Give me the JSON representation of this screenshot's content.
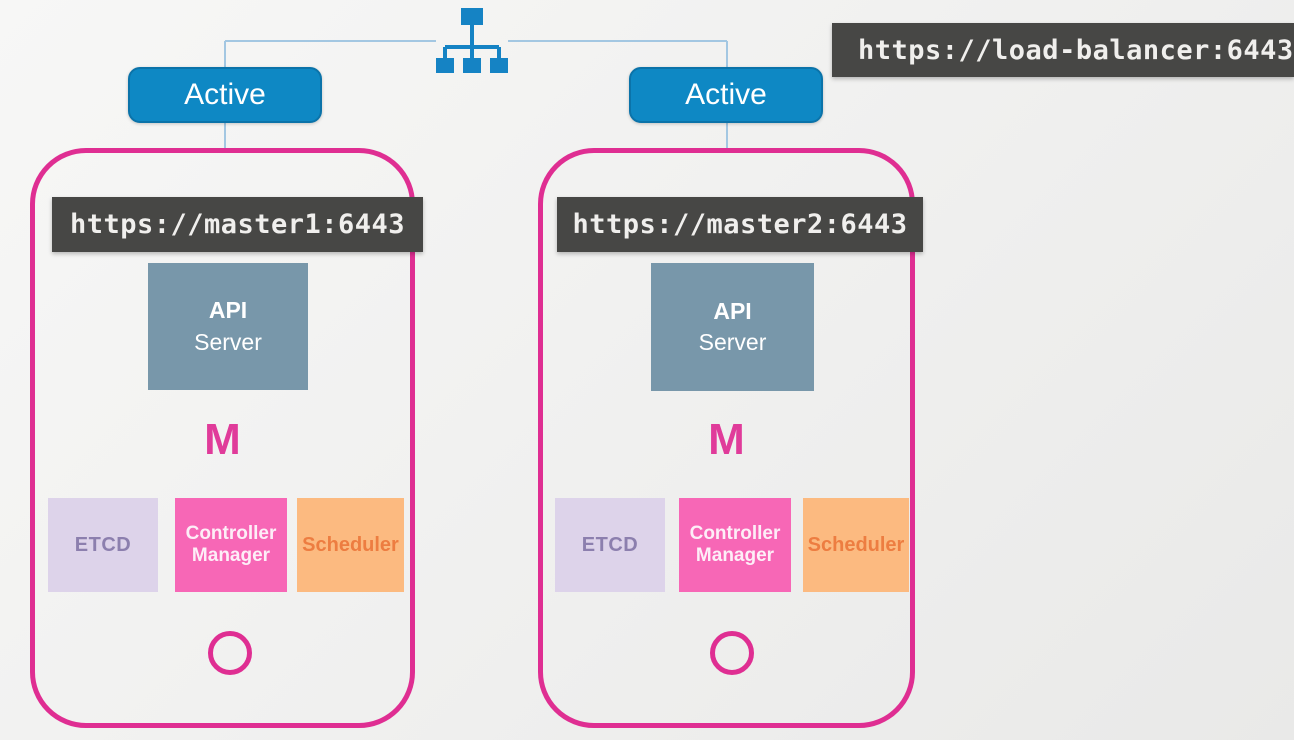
{
  "diagram": {
    "load_balancer": {
      "url": "https://load-balancer:6443",
      "icon": "network-hierarchy"
    },
    "masters": [
      {
        "status_label": "Active",
        "url": "https://master1:6443",
        "api_server": {
          "line1": "API",
          "line2": "Server"
        },
        "node_letter": "M",
        "components": {
          "etcd": "ETCD",
          "controller_manager_line1": "Controller",
          "controller_manager_line2": "Manager",
          "scheduler": "Scheduler"
        }
      },
      {
        "status_label": "Active",
        "url": "https://master2:6443",
        "api_server": {
          "line1": "API",
          "line2": "Server"
        },
        "node_letter": "M",
        "components": {
          "etcd": "ETCD",
          "controller_manager_line1": "Controller",
          "controller_manager_line2": "Manager",
          "scheduler": "Scheduler"
        }
      }
    ],
    "colors": {
      "active_blue": "#0e88c4",
      "connector_blue": "#a3c7e2",
      "master_border_pink": "#df2e92",
      "dark_label_bg": "#474745",
      "api_server_bg": "#7897aa",
      "etcd_bg": "#ddd3ea",
      "etcd_text": "#8c7fae",
      "controller_manager_bg": "#f767b6",
      "scheduler_bg": "#fcba80",
      "scheduler_text": "#ed7d41",
      "m_letter_pink": "#e03b9a",
      "background": "#f1f1f0"
    }
  }
}
